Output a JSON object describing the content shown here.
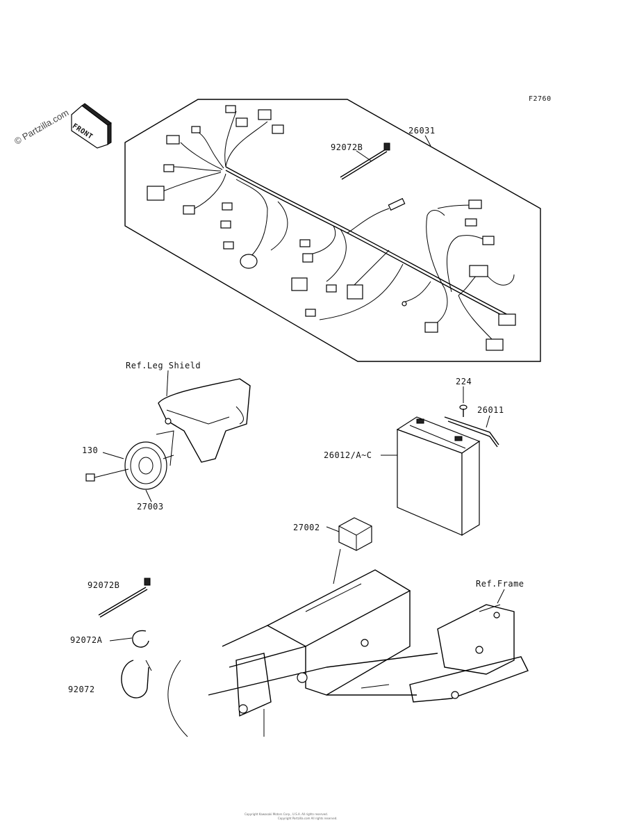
{
  "figure_code": "F2760",
  "watermark": "© Partzilla.com",
  "front_label": "FRONT",
  "parts": {
    "harness": "26031",
    "tie_top": "92072B",
    "ref_leg_shield": "Ref.Leg Shield",
    "bolt_130": "130",
    "horn": "27003",
    "screw_224": "224",
    "strap": "26011",
    "battery": "26012/A~C",
    "relay": "27002",
    "tie_left": "92072B",
    "ref_frame": "Ref.Frame",
    "clamp_a": "92072A",
    "clamp": "92072"
  },
  "footer": {
    "line1": "Copyright Kawasaki Motors Corp., U.S.A. All rights reserved.",
    "line2": "Copyright Partzilla.com All rights reserved."
  }
}
